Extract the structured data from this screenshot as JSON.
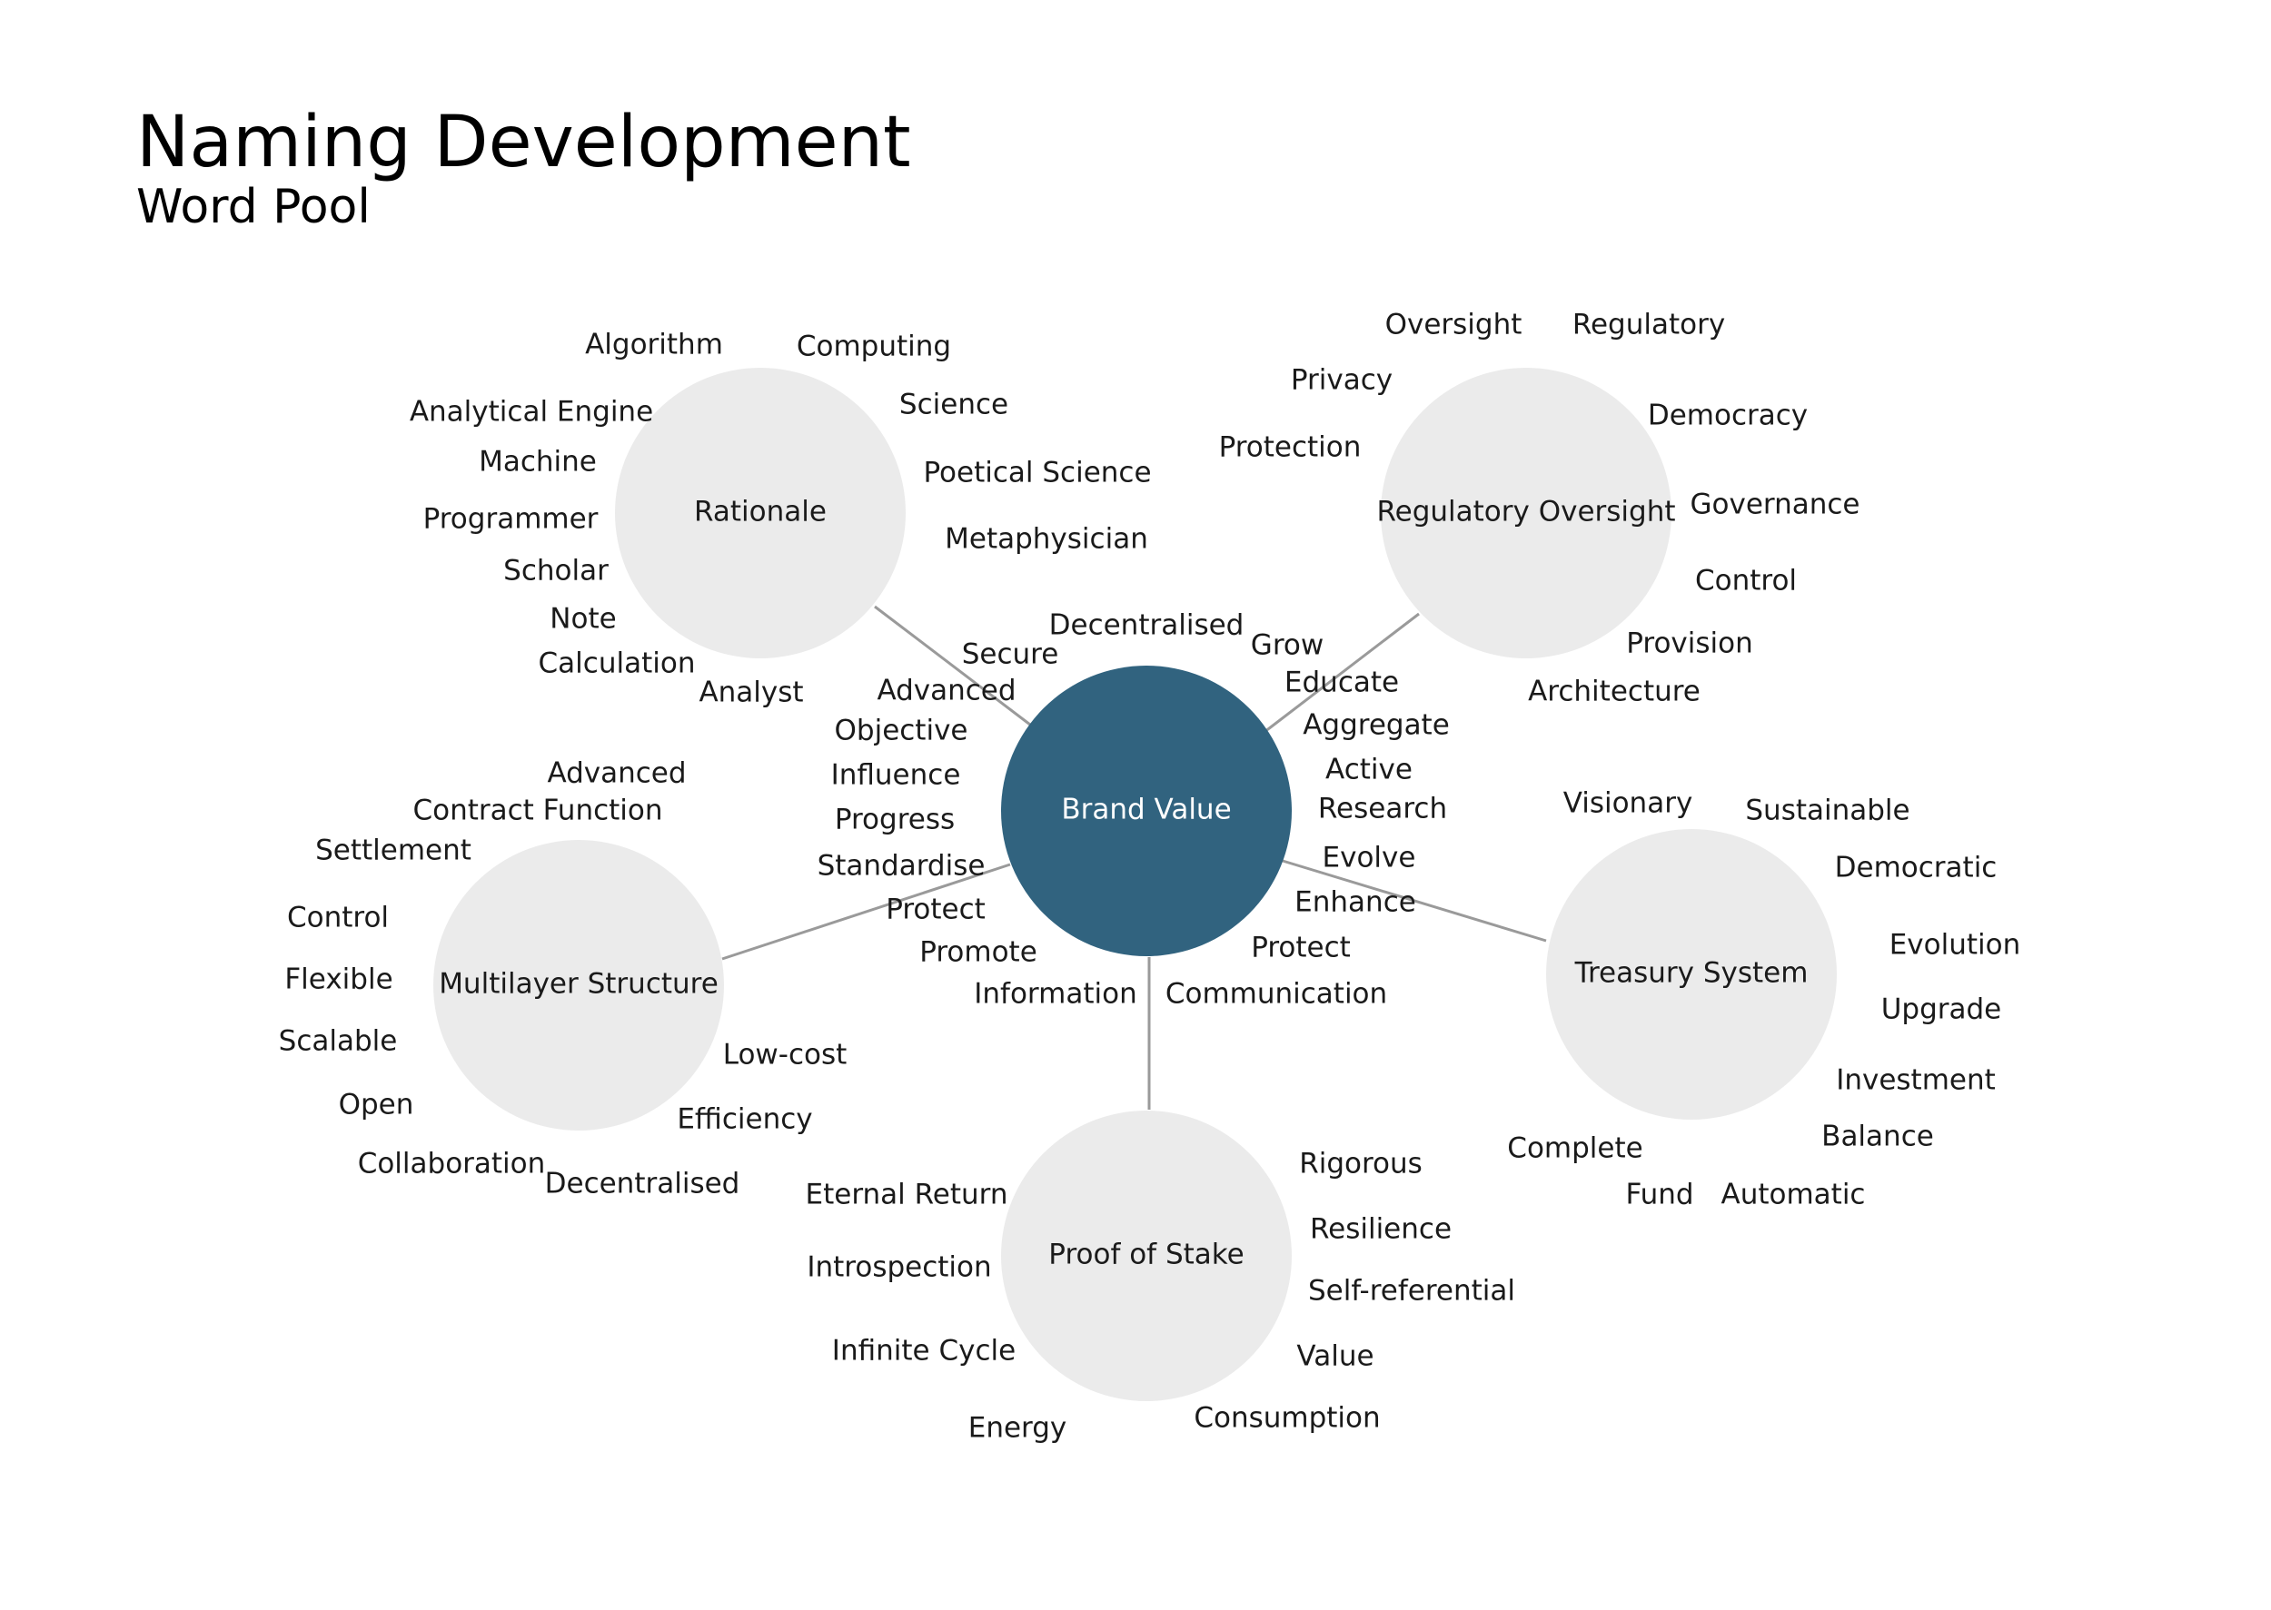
{
  "title": "Naming Development",
  "subtitle": "Word Pool",
  "colors": {
    "center_fill": "#31637f",
    "center_text": "#ffffff",
    "node_fill": "#ebebeb",
    "spoke": "#9a9a9a",
    "text": "#1a1a1a"
  },
  "center": {
    "label": "Brand Value",
    "words": [
      "Secure",
      "Decentralised",
      "Grow",
      "Educate",
      "Advanced",
      "Aggregate",
      "Objective",
      "Active",
      "Influence",
      "Research",
      "Progress",
      "Standardise",
      "Evolve",
      "Protect",
      "Enhance",
      "Promote",
      "Protect",
      "Information",
      "Communication"
    ]
  },
  "nodes": [
    {
      "label": "Rationale",
      "words": [
        "Algorithm",
        "Computing",
        "Analytical Engine",
        "Science",
        "Machine",
        "Poetical Science",
        "Programmer",
        "Metaphysician",
        "Scholar",
        "Note",
        "Calculation",
        "Analyst"
      ]
    },
    {
      "label": "Regulatory Oversight",
      "words": [
        "Oversight",
        "Regulatory",
        "Privacy",
        "Democracy",
        "Protection",
        "Governance",
        "Control",
        "Provision",
        "Architecture"
      ]
    },
    {
      "label": "Multilayer Structure",
      "words": [
        "Advanced",
        "Contract Function",
        "Settlement",
        "Control",
        "Flexible",
        "Scalable",
        "Low-cost",
        "Open",
        "Efficiency",
        "Collaboration",
        "Decentralised"
      ]
    },
    {
      "label": "Treasury System",
      "words": [
        "Visionary",
        "Sustainable",
        "Democratic",
        "Evolution",
        "Upgrade",
        "Investment",
        "Complete",
        "Balance",
        "Fund",
        "Automatic"
      ]
    },
    {
      "label": "Proof of Stake",
      "words": [
        "Eternal Return",
        "Rigorous",
        "Resilience",
        "Introspection",
        "Self-referential",
        "Infinite Cycle",
        "Value",
        "Consumption",
        "Energy"
      ]
    }
  ]
}
